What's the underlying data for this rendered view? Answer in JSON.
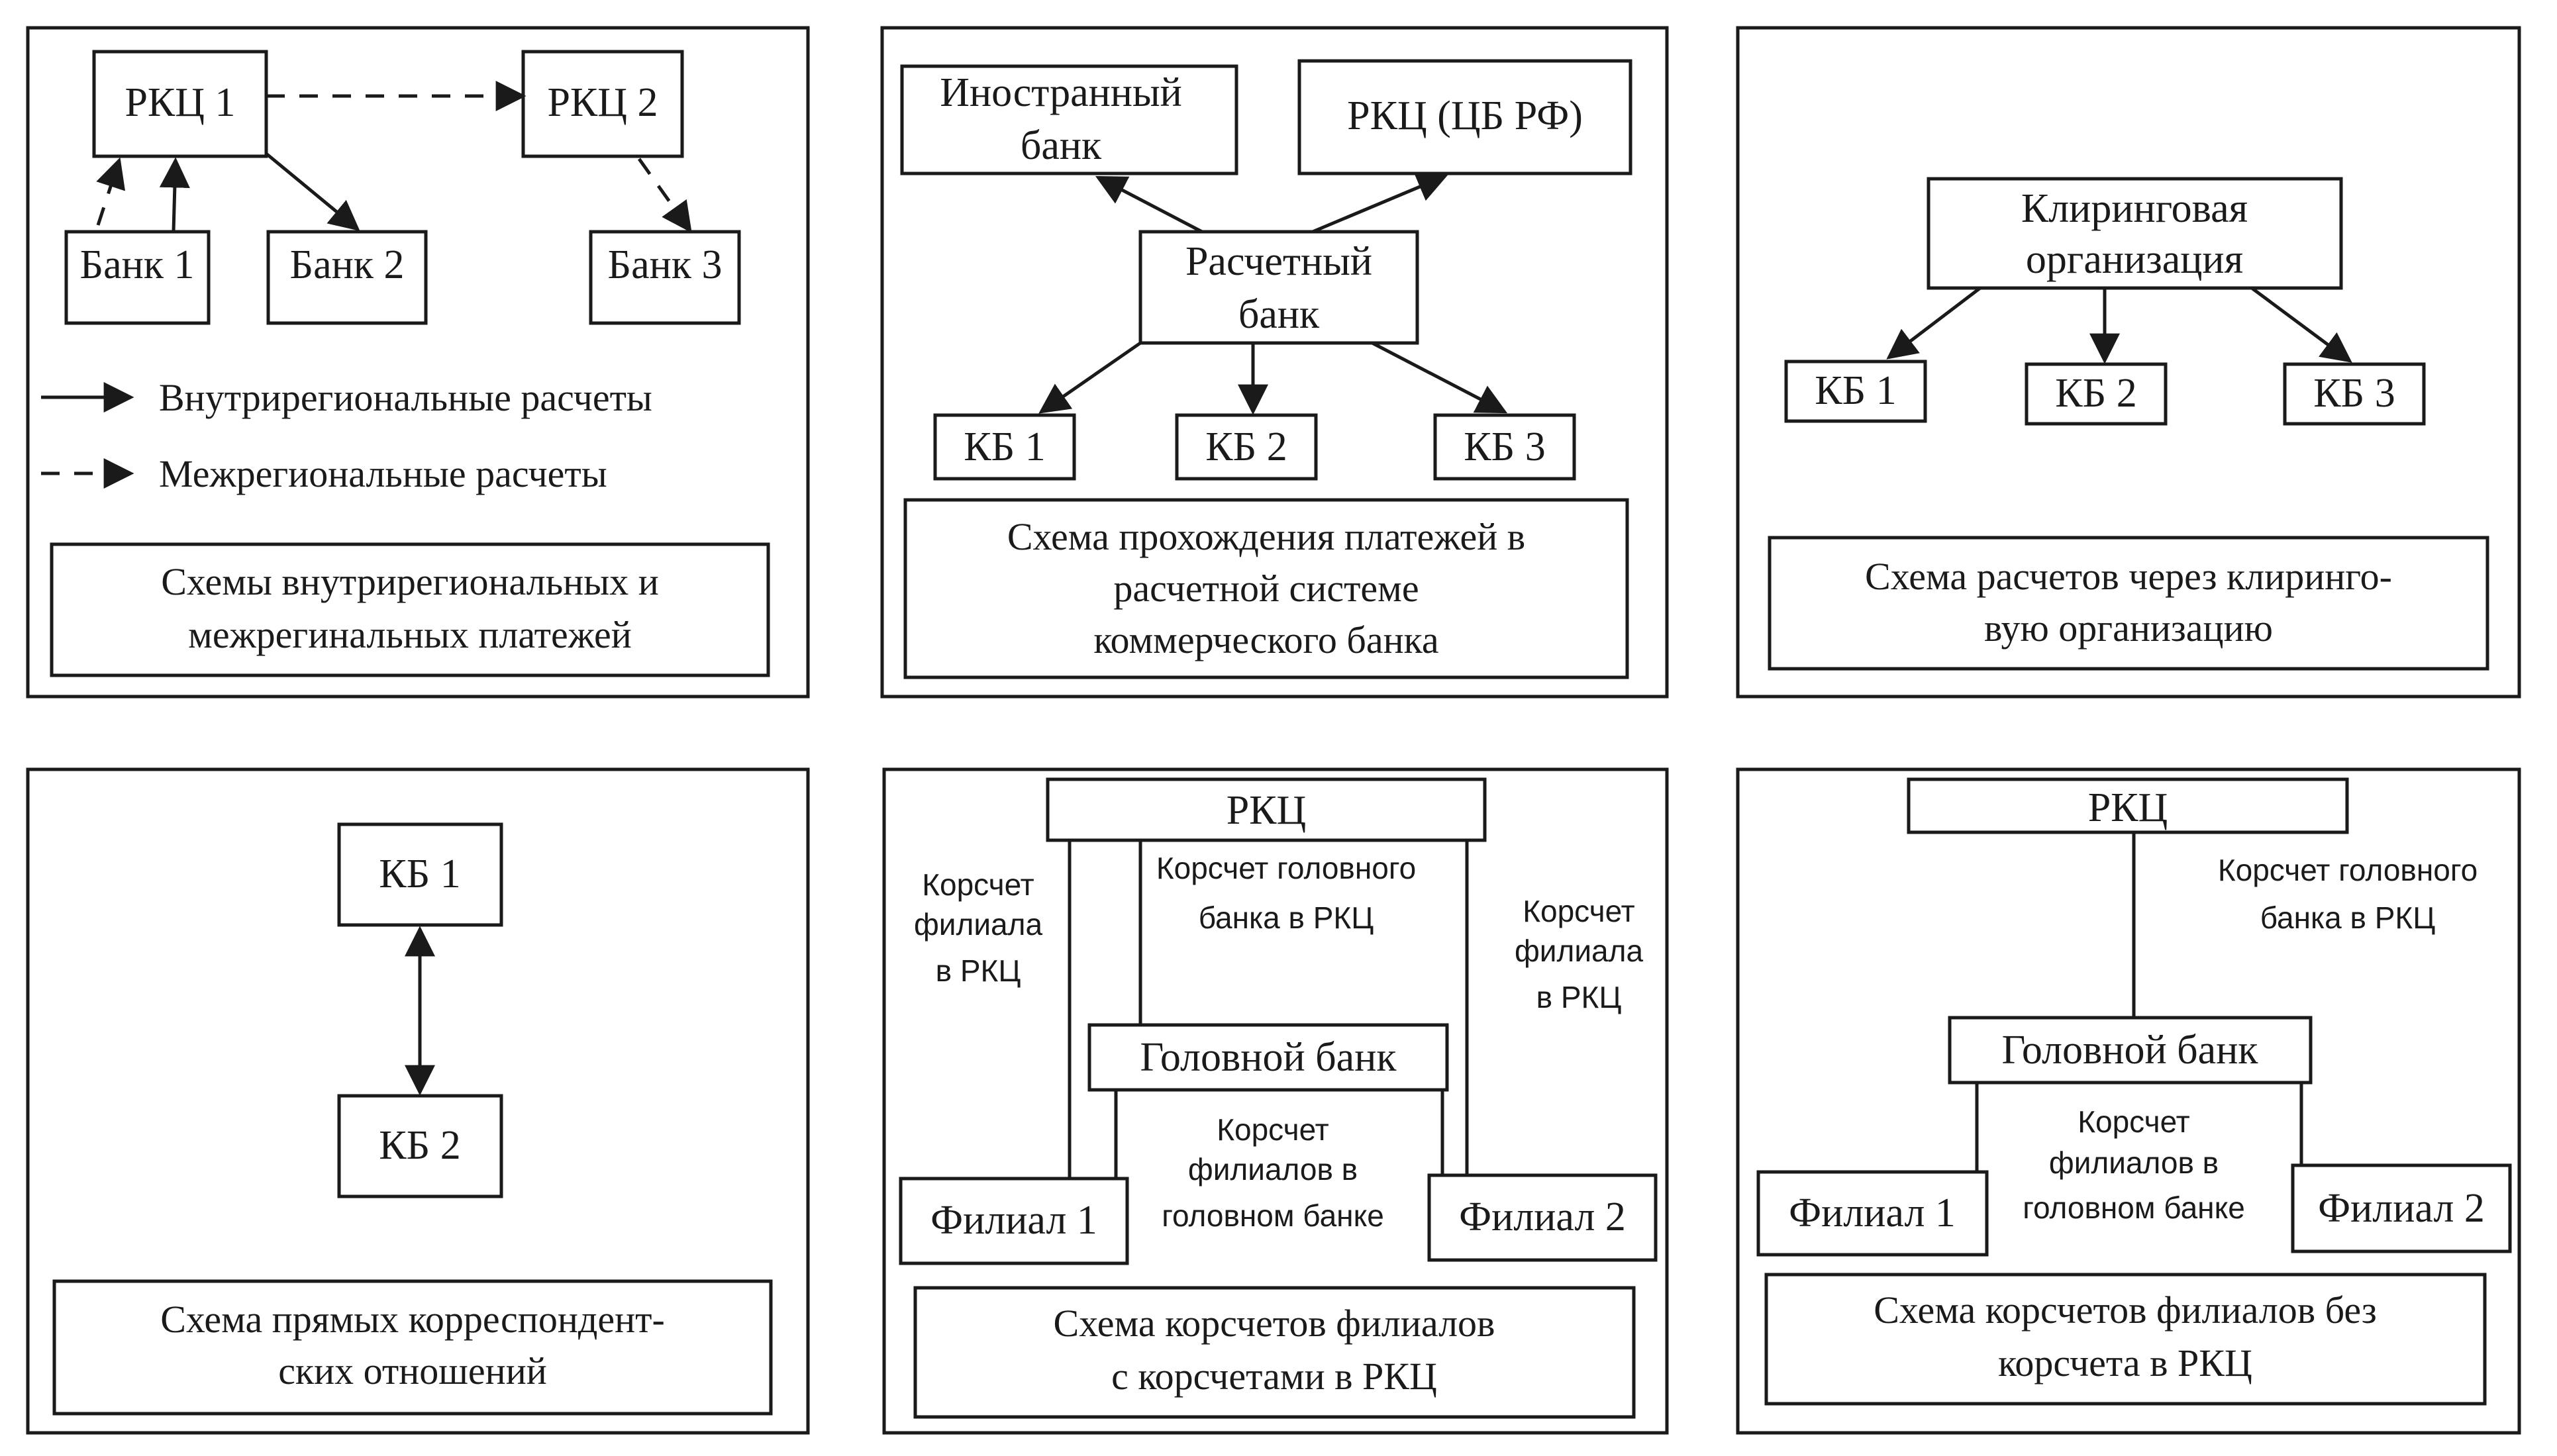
{
  "colors": {
    "ink": "#1a1a1a",
    "paper": "#ffffff"
  },
  "panel1": {
    "rkc1": "РКЦ 1",
    "rkc2": "РКЦ 2",
    "bank1": "Банк 1",
    "bank2": "Банк 2",
    "bank3": "Банк 3",
    "legend_intra": "Внутрирегиональные расчеты",
    "legend_inter": "Межрегиональные расчеты",
    "caption": [
      "Схемы внутрирегиональных и",
      "межрегинальных платежей"
    ]
  },
  "panel2": {
    "foreign_bank": [
      "Иностранный",
      "банк"
    ],
    "rkc_cb": "РКЦ (ЦБ РФ)",
    "settlement_bank": [
      "Расчетный",
      "банк"
    ],
    "kb1": "КБ 1",
    "kb2": "КБ 2",
    "kb3": "КБ 3",
    "caption": [
      "Схема прохождения платежей в",
      "расчетной системе",
      "коммерческого банка"
    ]
  },
  "panel3": {
    "clearing": [
      "Клиринговая",
      "организация"
    ],
    "kb1": "КБ 1",
    "kb2": "КБ 2",
    "kb3": "КБ 3",
    "caption": [
      "Схема расчетов через клиринго-",
      "вую организацию"
    ]
  },
  "panel4": {
    "kb1": "КБ 1",
    "kb2": "КБ 2",
    "caption": [
      "Схема прямых корреспондент-",
      "ских отношений"
    ]
  },
  "panel5": {
    "rkc": "РКЦ",
    "head_bank": "Головной банк",
    "branch1": "Филиал 1",
    "branch2": "Филиал 2",
    "note_left": [
      "Корсчет",
      "филиала",
      "в РКЦ"
    ],
    "note_center": [
      "Корсчет головного",
      "банка в РКЦ"
    ],
    "note_right": [
      "Корсчет",
      "филиала",
      "в РКЦ"
    ],
    "note_bottom": [
      "Корсчет",
      "филиалов в",
      "головном банке"
    ],
    "caption": [
      "Схема корсчетов филиалов",
      "с корсчетами в РКЦ"
    ]
  },
  "panel6": {
    "rkc": "РКЦ",
    "head_bank": "Головной банк",
    "branch1": "Филиал 1",
    "branch2": "Филиал 2",
    "note_top": [
      "Корсчет головного",
      "банка в РКЦ"
    ],
    "note_bottom": [
      "Корсчет",
      "филиалов в",
      "головном банке"
    ],
    "caption": [
      "Схема корсчетов филиалов без",
      "корсчета в РКЦ"
    ]
  }
}
